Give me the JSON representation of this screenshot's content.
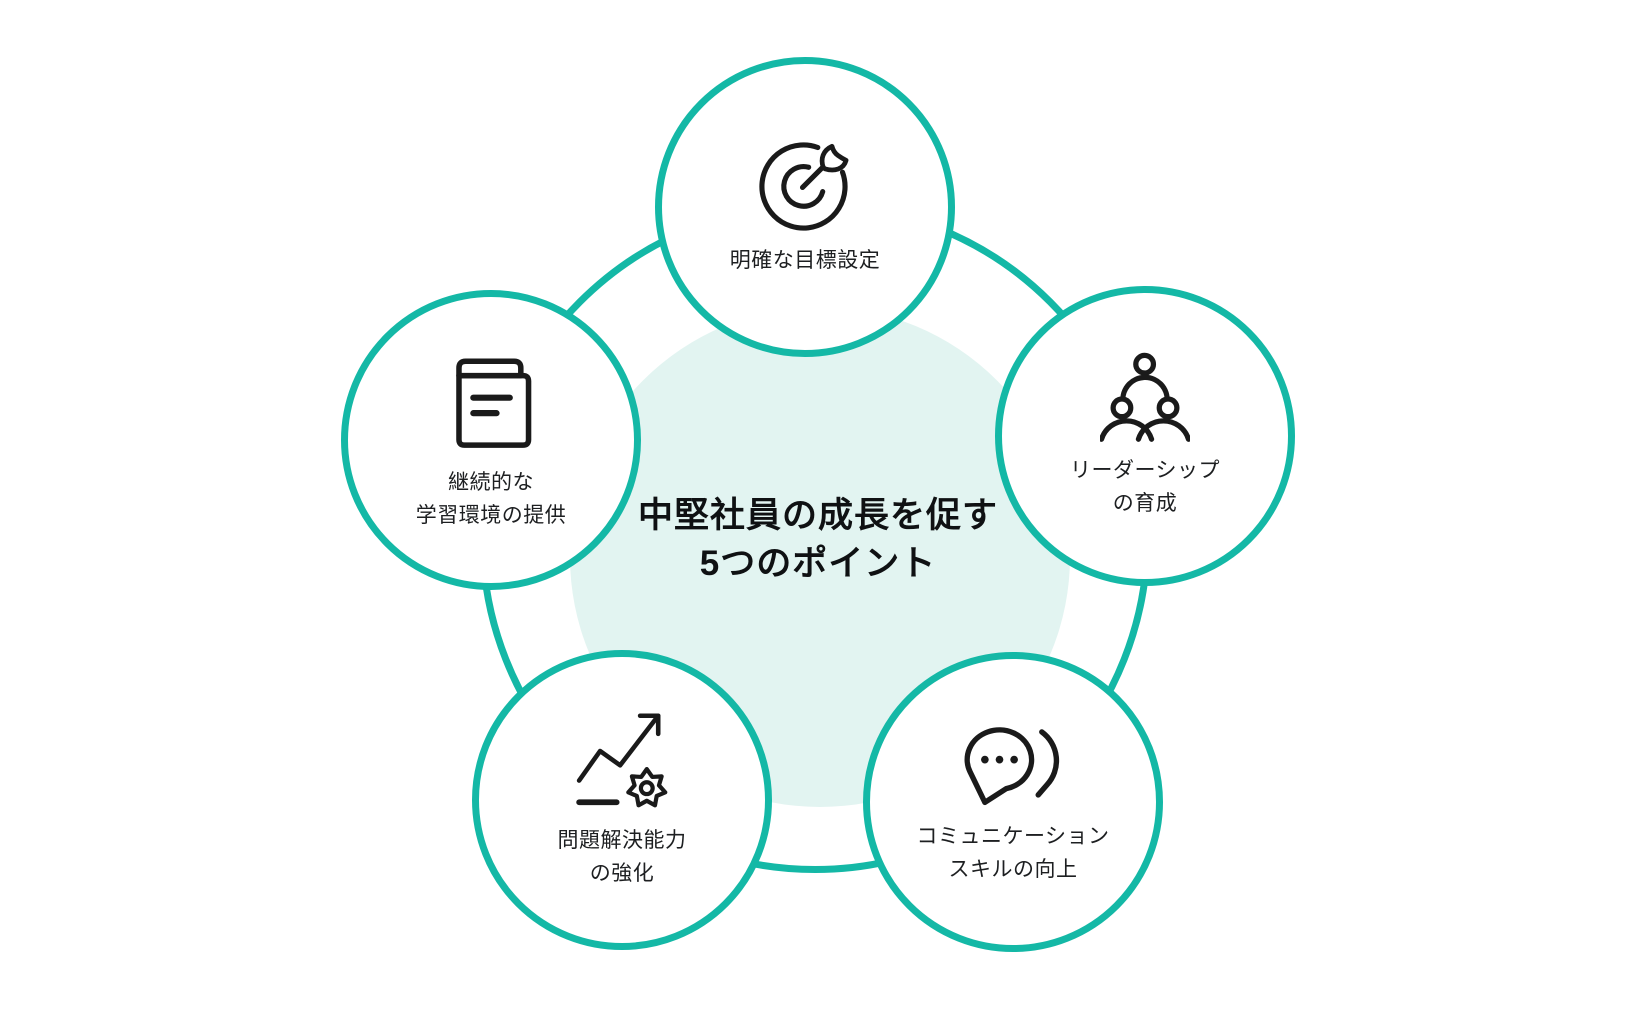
{
  "diagram": {
    "colors": {
      "accent": "#14b8a6",
      "center_fill": "#e2f4f1",
      "icon_stroke": "#1a1a1a",
      "text": "#1d1f21",
      "title_text": "#0f1113",
      "background": "#ffffff"
    },
    "center_title": {
      "line1": "中堅社員の成長を促す",
      "line2": "5つのポイント"
    },
    "nodes": [
      {
        "id": "goal-setting",
        "icon": "target-dart-icon",
        "label_lines": [
          "明確な目標設定"
        ]
      },
      {
        "id": "leadership",
        "icon": "people-group-icon",
        "label_lines": [
          "リーダーシップ",
          "の育成"
        ]
      },
      {
        "id": "communication",
        "icon": "speech-bubble-icon",
        "label_lines": [
          "コミュニケーション",
          "スキルの向上"
        ]
      },
      {
        "id": "problem-solving",
        "icon": "chart-gear-icon",
        "label_lines": [
          "問題解決能力",
          "の強化"
        ]
      },
      {
        "id": "learning-env",
        "icon": "book-icon",
        "label_lines": [
          "継続的な",
          "学習環境の提供"
        ]
      }
    ]
  }
}
